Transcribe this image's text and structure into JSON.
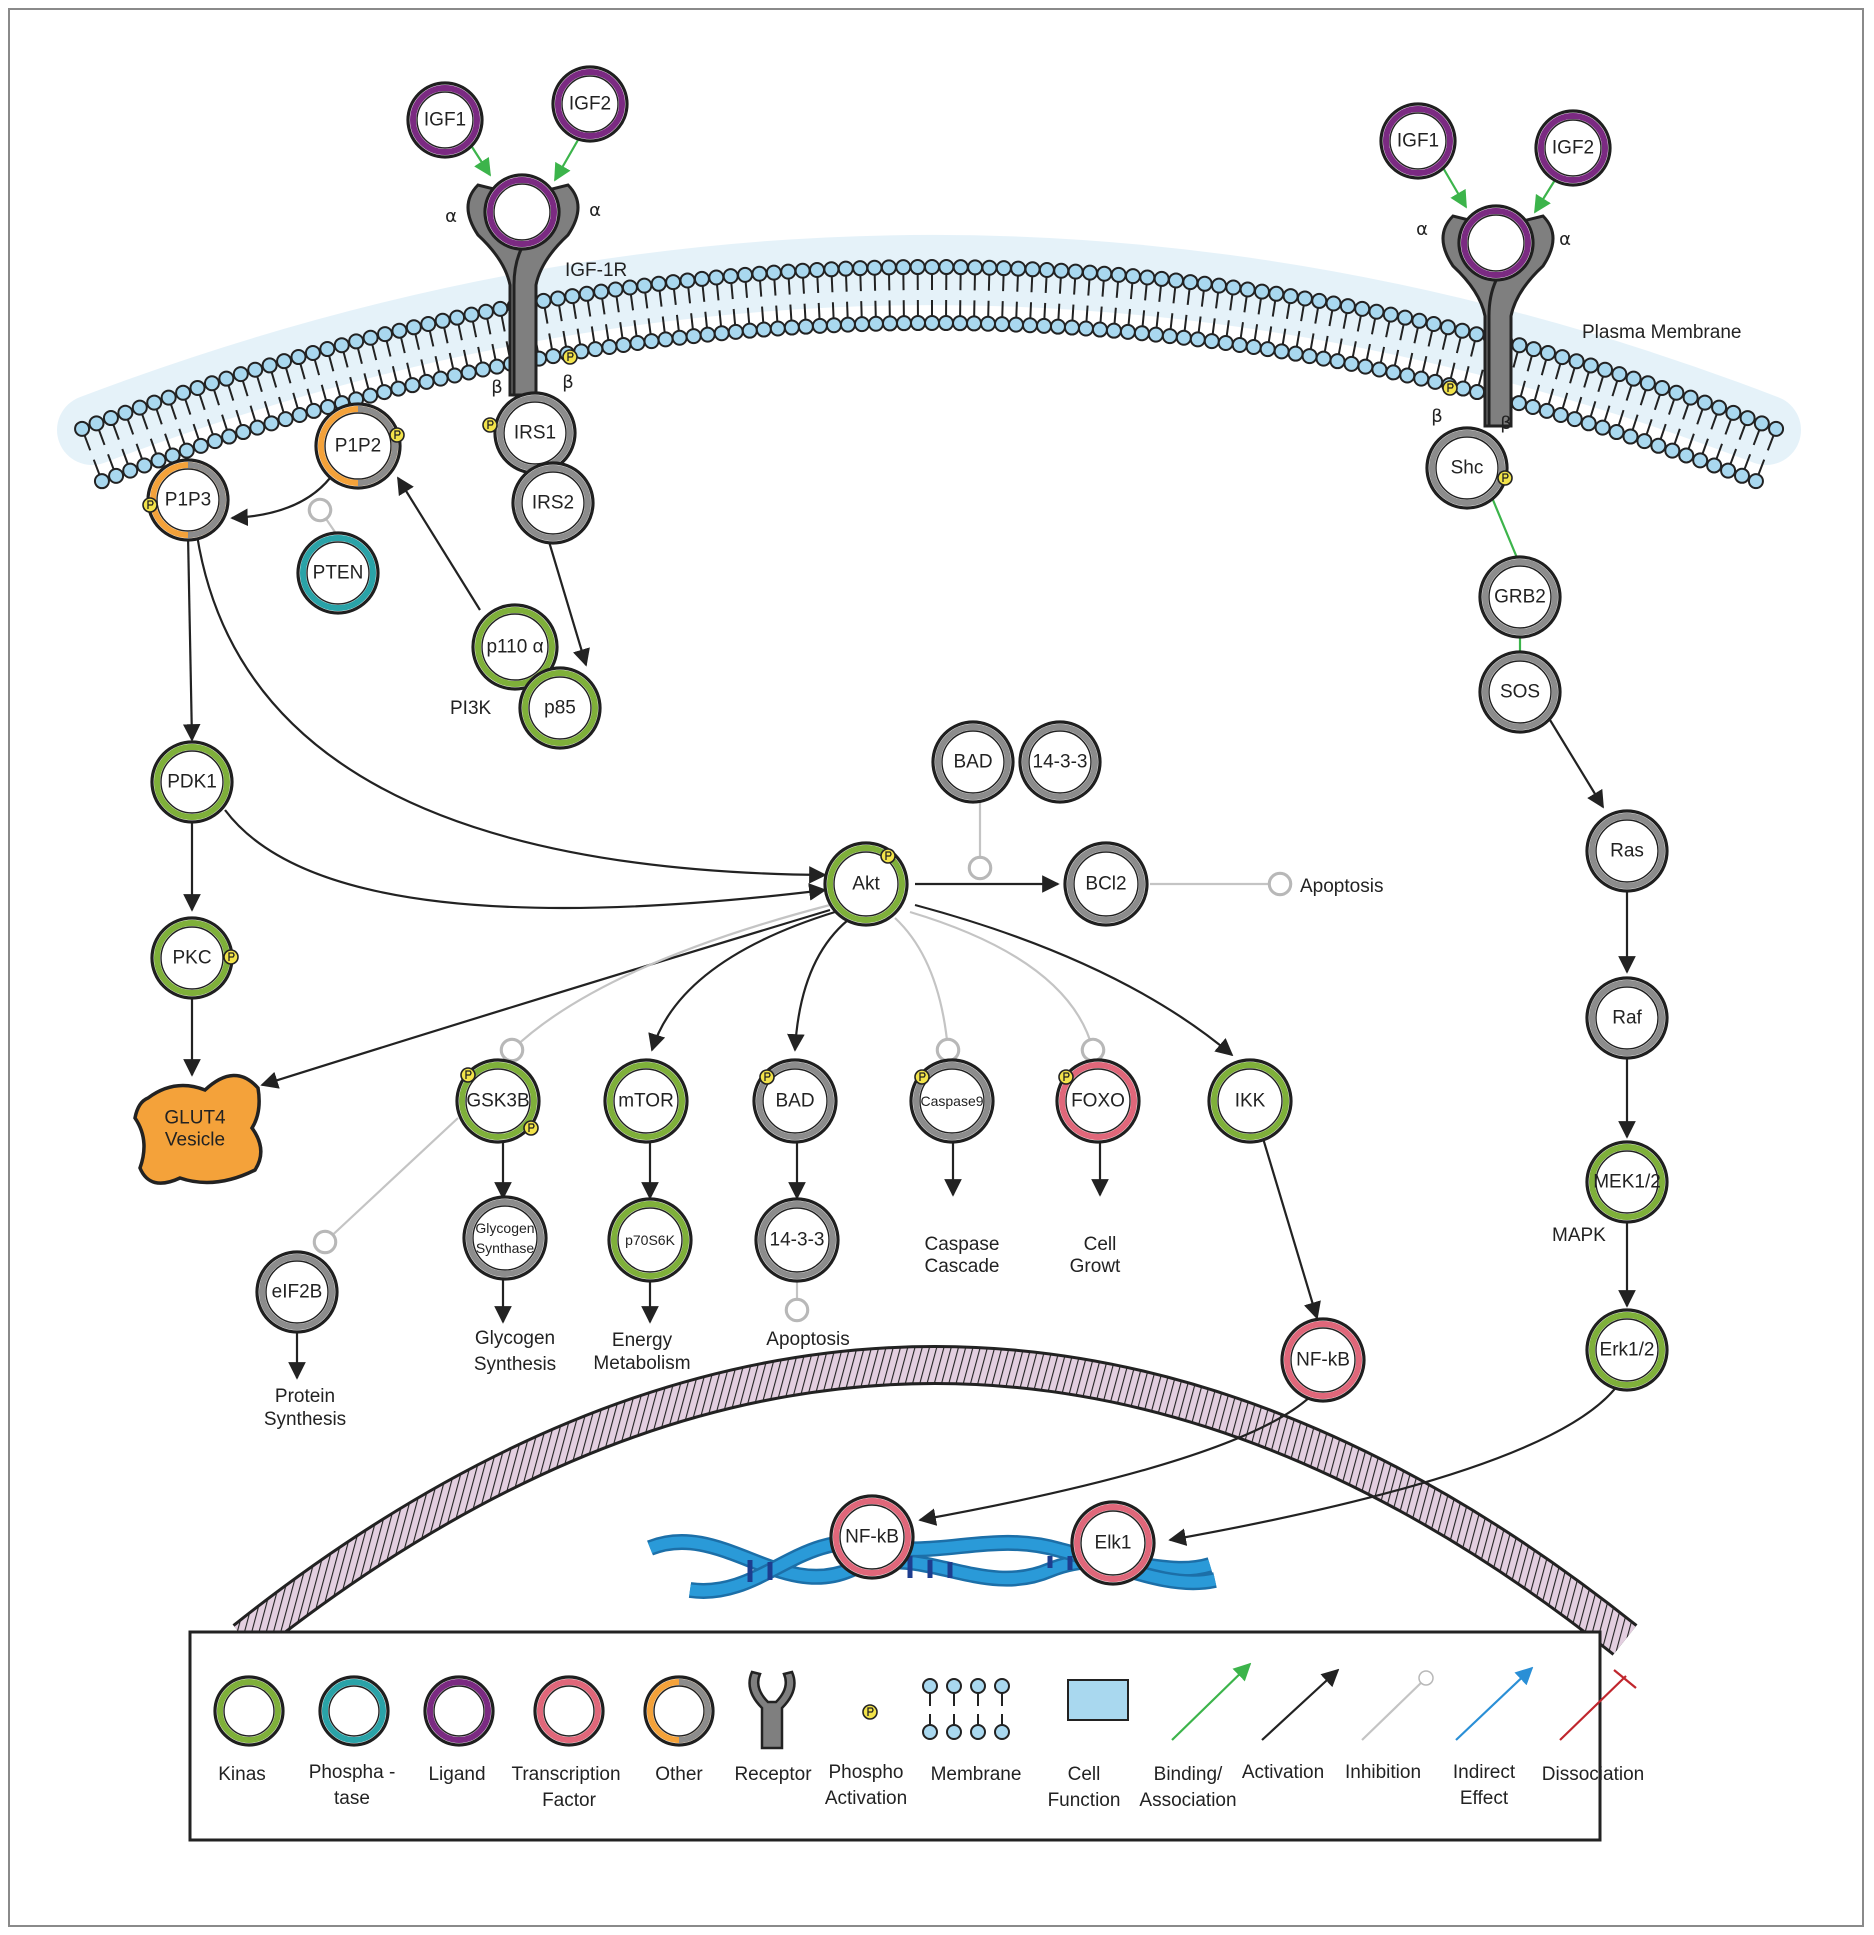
{
  "colors": {
    "kinase": "#7fb03a",
    "phosphatase": "#2aa3a8",
    "ligand": "#7b2a82",
    "transcription_factor": "#e0677a",
    "other_orange": "#f4a23a",
    "other_gray": "#8c8c8c",
    "receptor": "#7f7f7f",
    "phospho": "#f2e34a",
    "membrane_head": "#a9d8ef",
    "binding_arrow": "#3cb44b",
    "activation_arrow": "#222222",
    "inhibition_line": "#c4c4c4",
    "indirect_arrow": "#2a8fd6",
    "dissociation": "#c0262d",
    "nucleus_fill": "#e3cfe0",
    "dna_blue": "#2a9ad8",
    "glut4_fill": "#f4a23a"
  },
  "left_receptor": {
    "ligands": [
      "IGF1",
      "IGF2"
    ],
    "receptor_name": "IGF-1R",
    "alpha": "α",
    "beta": "β"
  },
  "right_receptor": {
    "ligands": [
      "IGF1",
      "IGF2"
    ],
    "alpha": "α",
    "beta": "β"
  },
  "membrane_label": "Plasma Membrane",
  "pi3k_label": "PI3K",
  "mapk_label": "MAPK",
  "nodes": {
    "irs1": "IRS1",
    "irs2": "IRS2",
    "p1p2": "P1P2",
    "p1p3": "P1P3",
    "pten": "PTEN",
    "p110": "p110 α",
    "p85": "p85",
    "pdk1": "PDK1",
    "pkc": "PKC",
    "glut4_line1": "GLUT4",
    "glut4_line2": "Vesicle",
    "akt": "Akt",
    "bad_top": "BAD",
    "p1433_top": "14-3-3",
    "bcl2": "BCl2",
    "gsk3b": "GSK3B",
    "mtor": "mTOR",
    "bad": "BAD",
    "caspase9": "Caspase9",
    "foxo": "FOXO",
    "ikk": "IKK",
    "eif2b": "eIF2B",
    "glycogen_synthase_line1": "Glycogen",
    "glycogen_synthase_line2": "Synthase",
    "p70s6k": "p70S6K",
    "p1433": "14-3-3",
    "nfkb": "NF-kB",
    "nfkb_dna": "NF-kB",
    "elk1": "Elk1",
    "shc": "Shc",
    "grb2": "GRB2",
    "sos": "SOS",
    "ras": "Ras",
    "raf": "Raf",
    "mek": "MEK1/2",
    "erk": "Erk1/2"
  },
  "outcomes": {
    "apoptosis_bcl2": "Apoptosis",
    "protein_synthesis_1": "Protein",
    "protein_synthesis_2": "Synthesis",
    "glycogen_synthesis_1": "Glycogen",
    "glycogen_synthesis_2": "Synthesis",
    "energy_metabolism_1": "Energy",
    "energy_metabolism_2": "Metabolism",
    "apoptosis_bad": "Apoptosis",
    "caspase_cascade_1": "Caspase",
    "caspase_cascade_2": "Cascade",
    "cell_growth_1": "Cell",
    "cell_growth_2": "Growt"
  },
  "legend": {
    "kinase": "Kinas",
    "phosphatase_1": "Phospha -",
    "phosphatase_2": "tase",
    "ligand": "Ligand",
    "tf_1": "Transcription",
    "tf_2": "Factor",
    "other": "Other",
    "receptor": "Receptor",
    "phospho_1": "Phospho",
    "phospho_2": "Activation",
    "membrane": "Membrane",
    "cell_function_1": "Cell",
    "cell_function_2": "Function",
    "binding_1": "Binding/",
    "binding_2": "Association",
    "activation": "Activation",
    "inhibition": "Inhibition",
    "indirect_1": "Indirect",
    "indirect_2": "Effect",
    "dissociation": "Dissociation"
  }
}
